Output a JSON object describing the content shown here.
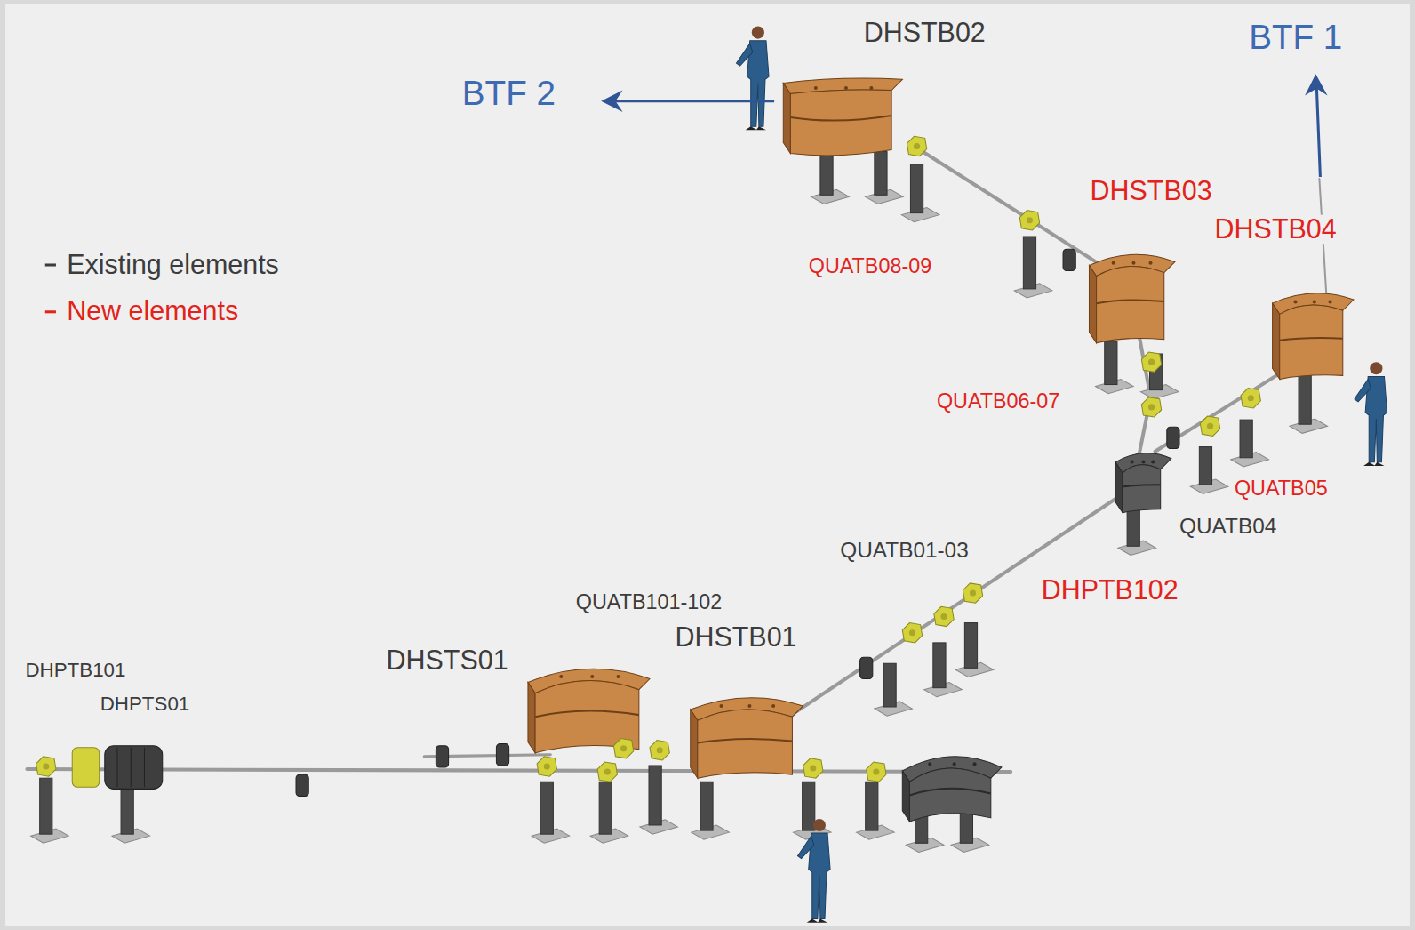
{
  "diagram": {
    "labels": [
      "DHSTB02",
      "BTF 2",
      "BTF 1",
      "DHSTB03",
      "DHSTB04",
      "QUATB08-09",
      "QUATB06-07",
      "QUATB05",
      "QUATB04",
      "QUATB01-03",
      "DHPTB102",
      "QUATB101-102",
      "DHSTB01",
      "DHSTS01",
      "DHPTB101",
      "DHPTS01"
    ],
    "legend": [
      {
        "text": "Existing elements",
        "color": "#3c3c3c"
      },
      {
        "text": "New elements",
        "color": "#e3231b"
      }
    ]
  }
}
